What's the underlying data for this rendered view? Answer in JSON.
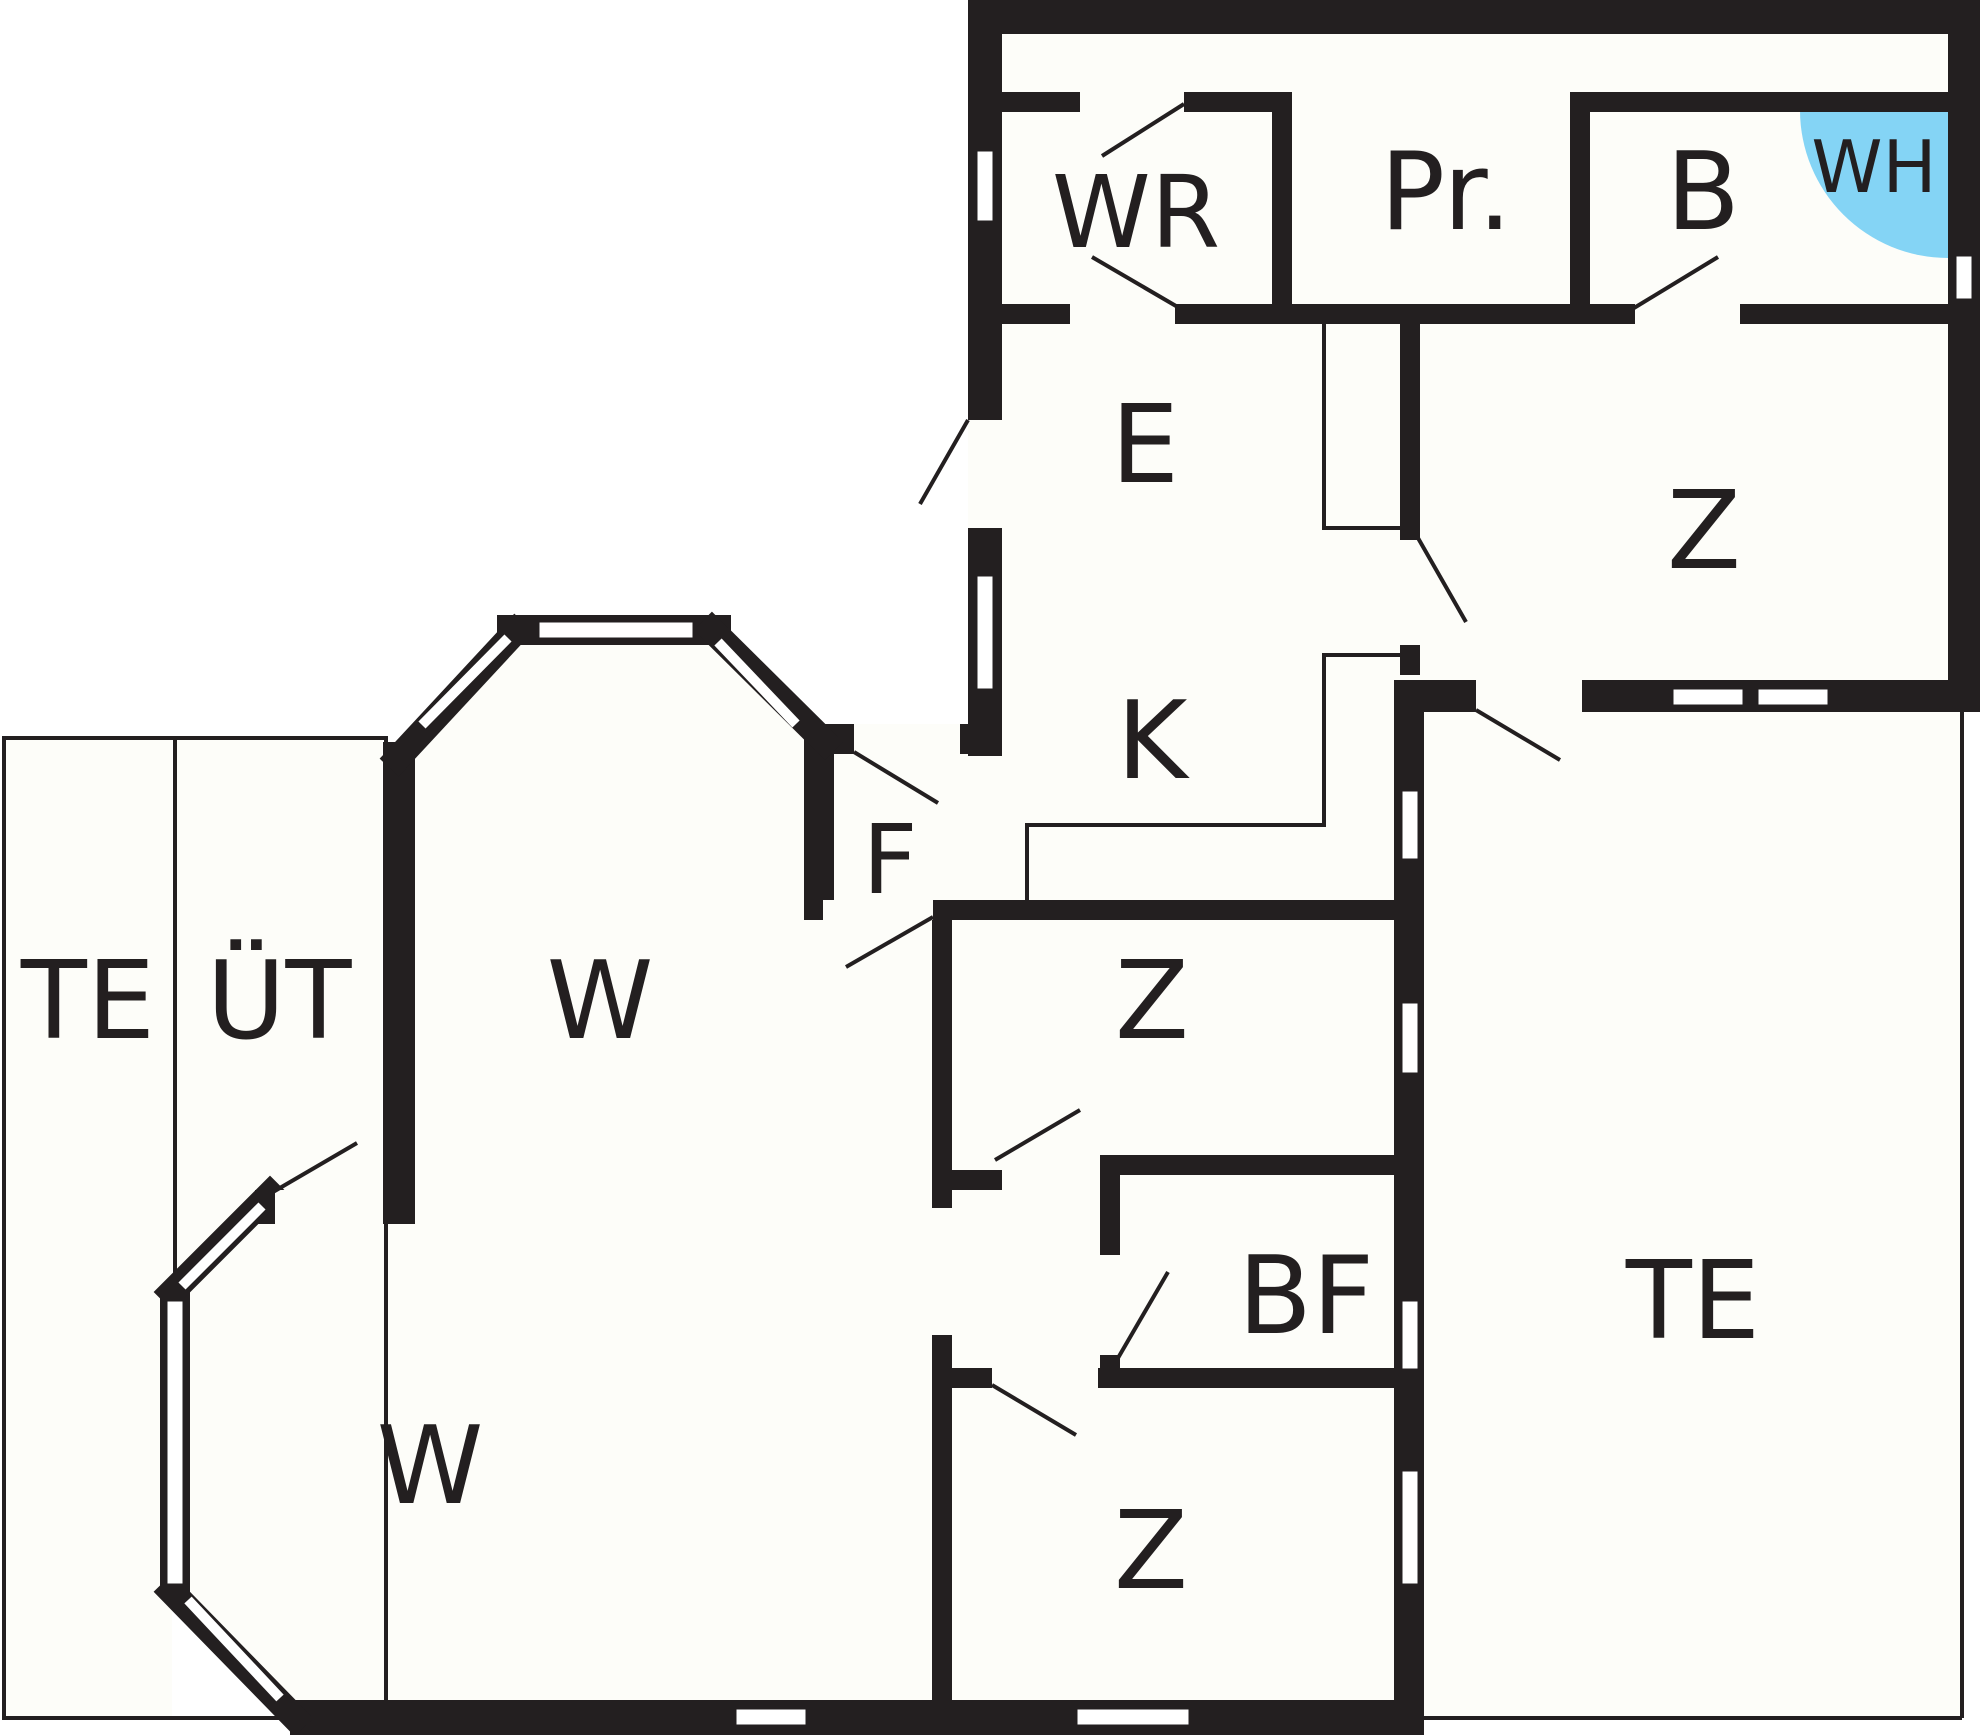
{
  "labels": {
    "te_left": "TE",
    "ut": "ÜT",
    "w_upper": "W",
    "w_lower": "W",
    "f": "F",
    "k": "K",
    "e": "E",
    "wr": "WR",
    "pr": "Pr.",
    "b": "B",
    "wh": "WH",
    "z_right": "Z",
    "z_middle": "Z",
    "bf": "BF",
    "z_lower": "Z",
    "te_right": "TE"
  },
  "colors": {
    "wall": "#231f20",
    "floor": "#fdfdf9",
    "water_heater": "#84d4f5"
  }
}
